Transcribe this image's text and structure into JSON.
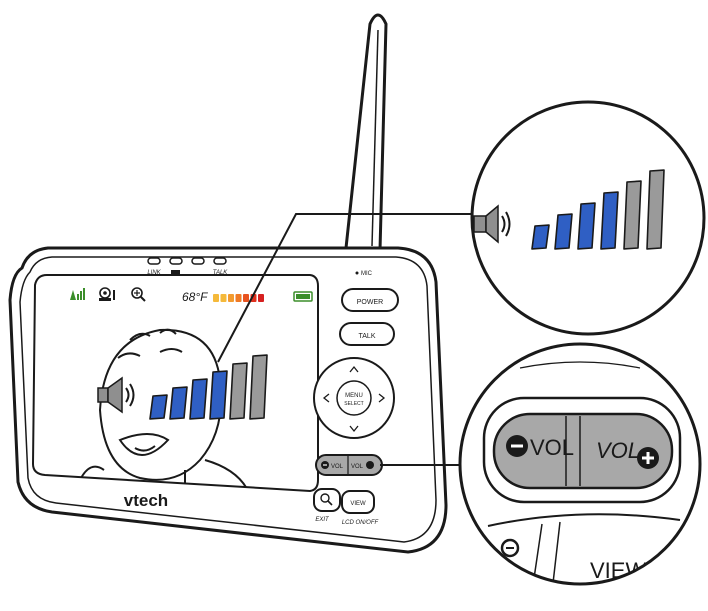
{
  "device": {
    "brand": "vtech",
    "indicators": [
      "LINK",
      "",
      "",
      "TALK"
    ],
    "mic_label": "MIC",
    "buttons": {
      "power": "POWER",
      "talk": "TALK",
      "menu": "MENU",
      "select": "SELECT",
      "vol_down": "VOL",
      "vol_up": "VOL",
      "zoom_label": "EXIT",
      "view": "VIEW",
      "lcd": "LCD ON/OFF"
    }
  },
  "screen": {
    "temperature": "68°F",
    "sound_level_colors": [
      "#f5b93a",
      "#f5b93a",
      "#f39b2f",
      "#ef7a26",
      "#e8531f",
      "#e0301d",
      "#d62020"
    ],
    "volume_levels_total": 6,
    "volume_levels_active": 4
  },
  "callout_volume": {
    "levels_total": 6,
    "levels_active": 4,
    "active_color": "#2f5fc4",
    "inactive_color": "#9a9a9a"
  },
  "callout_buttons": {
    "vol_down_label": "VOL",
    "vol_up_label": "VOL",
    "view_label": "VIEW"
  }
}
